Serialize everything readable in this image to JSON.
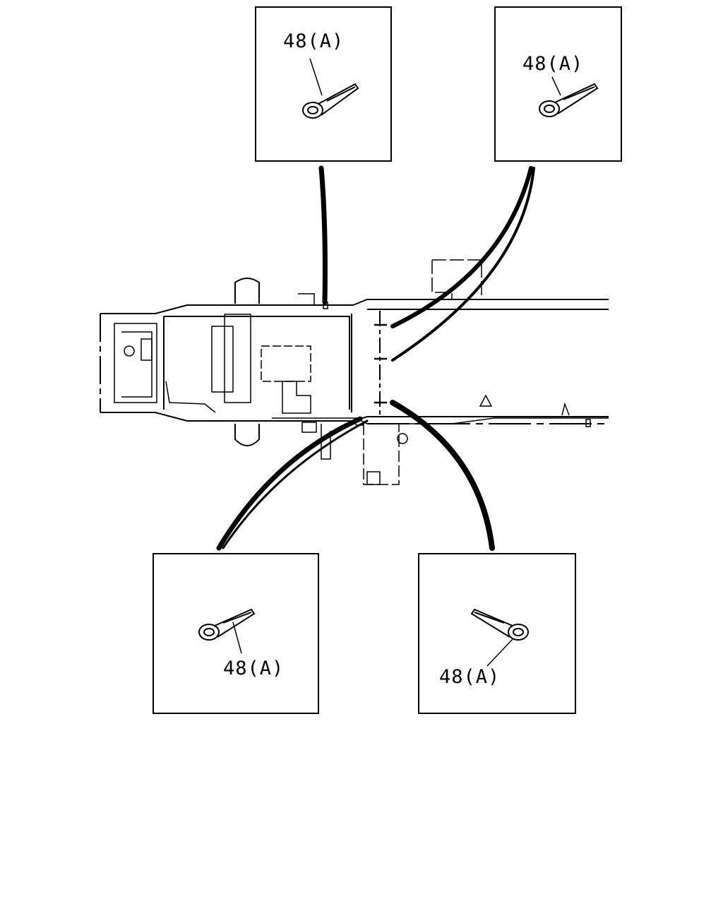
{
  "callouts": {
    "top_left": {
      "label": "48(A)"
    },
    "top_right": {
      "label": "48(A)"
    },
    "bottom_left": {
      "label": "48(A)"
    },
    "bottom_right": {
      "label": "48(A)"
    }
  },
  "colors": {
    "line": "#000000",
    "background": "#ffffff"
  }
}
